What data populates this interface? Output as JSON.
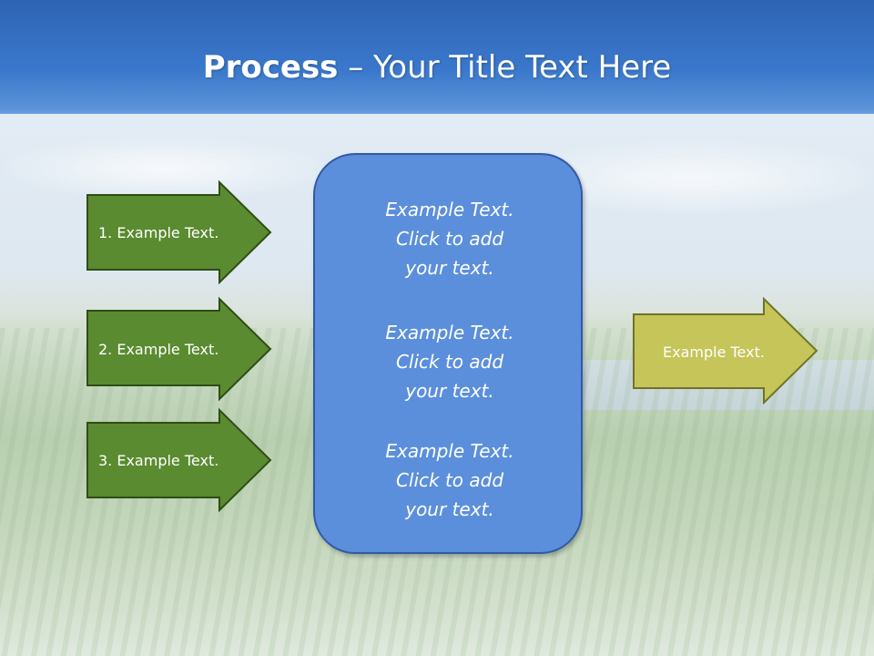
{
  "title": {
    "bold": "Process",
    "rest": " – Your Title Text Here"
  },
  "left_arrows": [
    {
      "label": "1. Example Text."
    },
    {
      "label": "2. Example Text."
    },
    {
      "label": "3. Example Text."
    }
  ],
  "center_items": [
    {
      "text": "Example Text.\nClick  to add\nyour text."
    },
    {
      "text": "Example Text.\nClick  to add\nyour text."
    },
    {
      "text": "Example Text.\nClick  to add\nyour text."
    }
  ],
  "right_arrow": {
    "label": "Example Text."
  },
  "colors": {
    "left_arrow_fill": "#5a8b30",
    "left_arrow_stroke": "#2e4d16",
    "right_arrow_fill": "#c5c55a",
    "right_arrow_stroke": "#6f7427",
    "center_fill": "#5b8fdc",
    "center_stroke": "#2f5aa6",
    "title_band": "#2f64b4"
  }
}
